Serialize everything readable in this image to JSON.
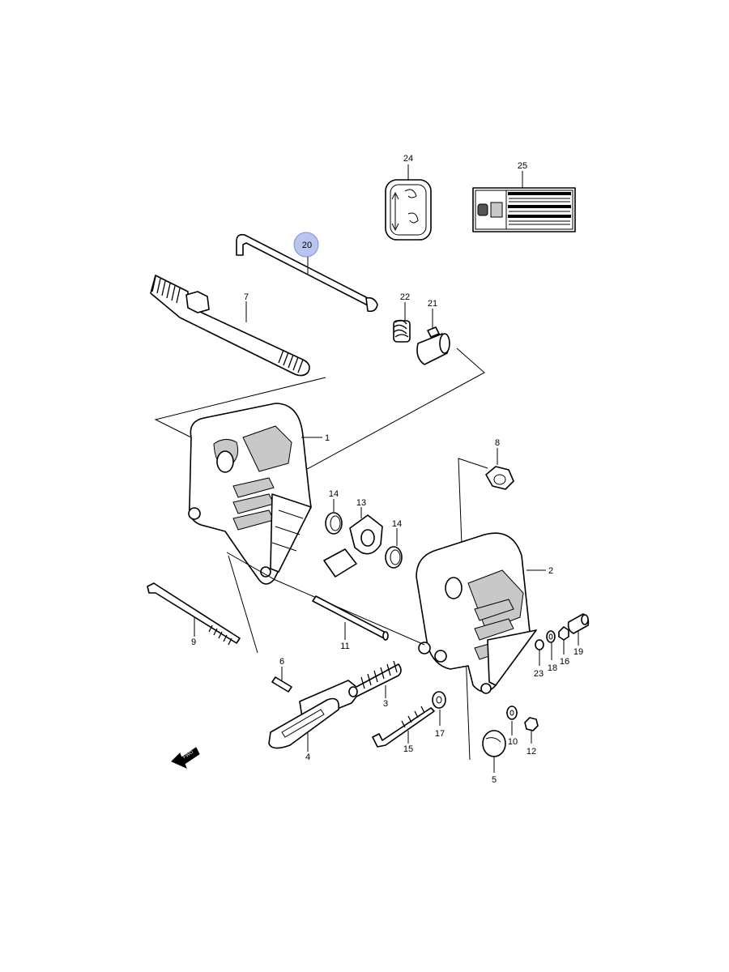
{
  "callouts": {
    "c1": "1",
    "c2": "2",
    "c3": "3",
    "c4": "4",
    "c5": "5",
    "c6": "6",
    "c7": "7",
    "c8": "8",
    "c9": "9",
    "c10": "10",
    "c11": "11",
    "c12": "12",
    "c13": "13",
    "c14a": "14",
    "c14b": "14",
    "c15": "15",
    "c16": "16",
    "c17": "17",
    "c18": "18",
    "c19": "19",
    "c20": "20",
    "c21": "21",
    "c22": "22",
    "c23": "23",
    "c24": "24",
    "c25": "25"
  },
  "highlighted_part": "20",
  "highlight_color": "#b9c4ef",
  "fwd_label": "FWD"
}
